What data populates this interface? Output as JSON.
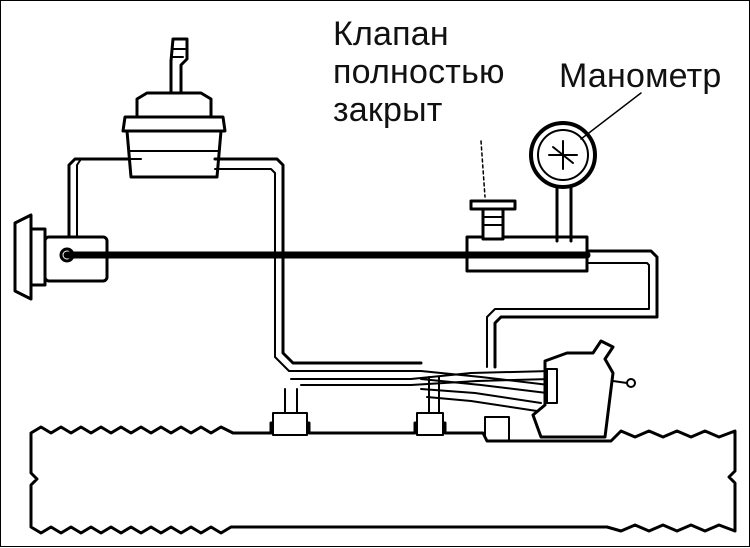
{
  "labels": {
    "valve_line1": "Клапан",
    "valve_line2": "полностью",
    "valve_line3": "закрыт",
    "gauge": "Манометр"
  },
  "colors": {
    "ink": "#000000",
    "background": "#ffffff"
  }
}
